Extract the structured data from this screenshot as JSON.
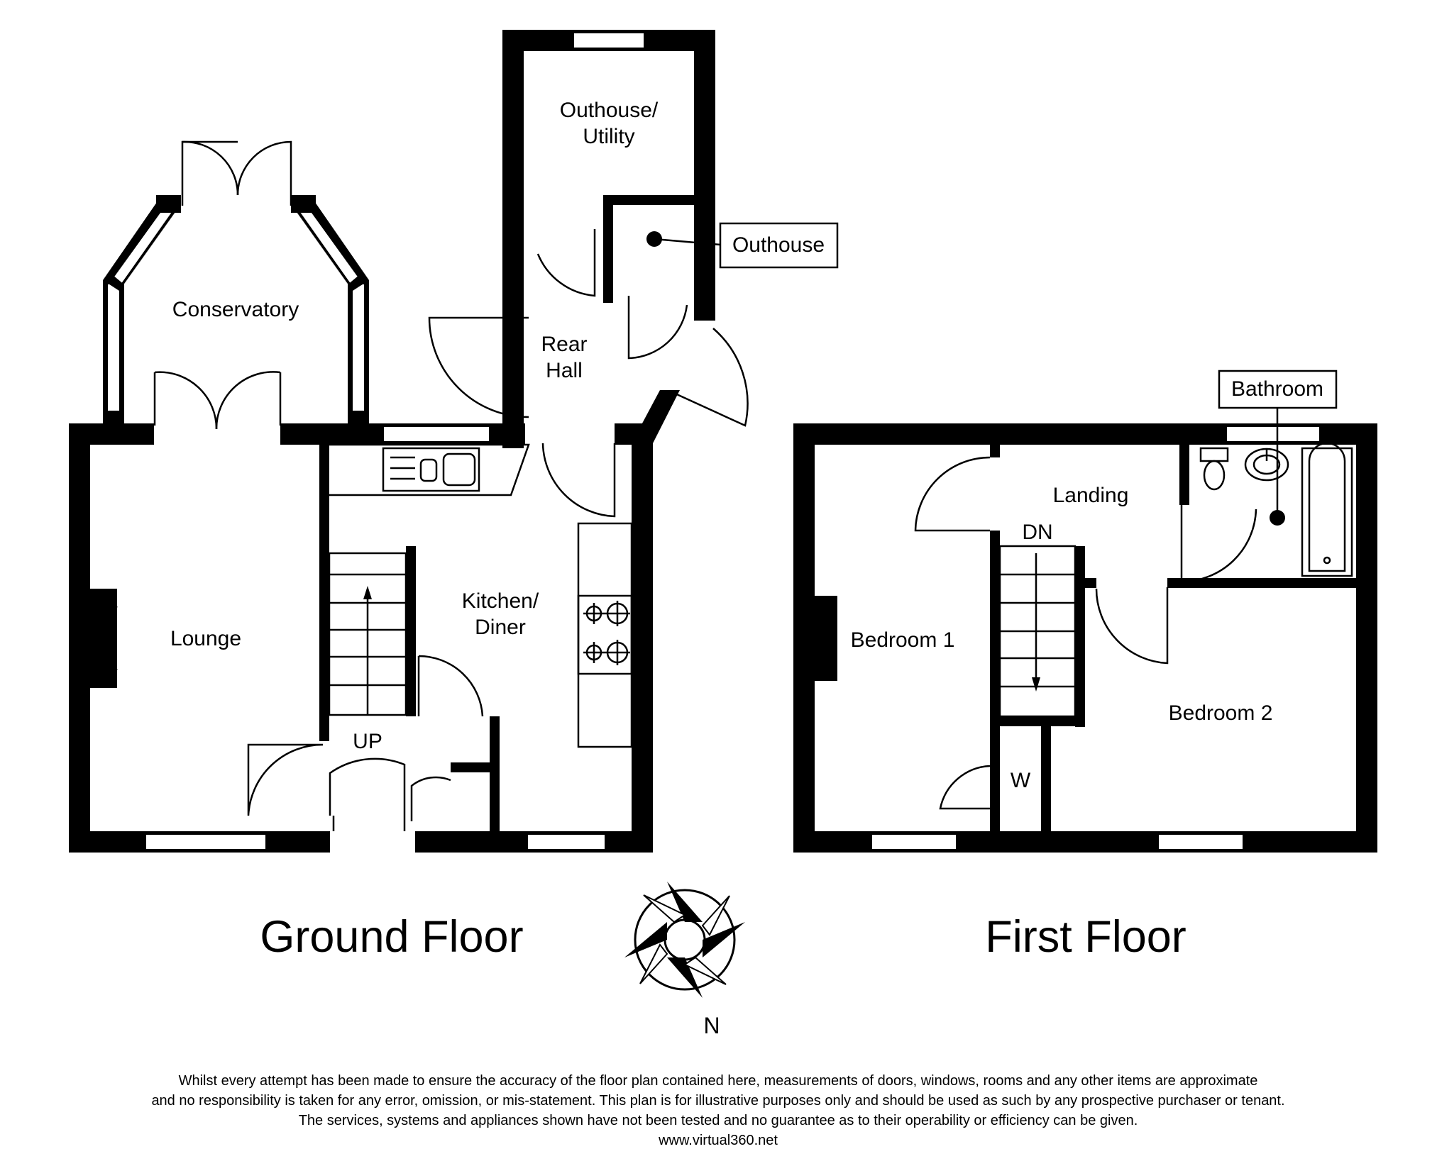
{
  "ground_floor": {
    "title": "Ground Floor",
    "rooms": {
      "outhouse_utility": [
        "Outhouse/",
        "Utility"
      ],
      "outhouse_callout": "Outhouse",
      "conservatory": "Conservatory",
      "rear_hall": [
        "Rear",
        "Hall"
      ],
      "lounge": "Lounge",
      "kitchen_diner": [
        "Kitchen/",
        "Diner"
      ],
      "stairs_up": "UP"
    }
  },
  "first_floor": {
    "title": "First Floor",
    "rooms": {
      "bathroom_callout": "Bathroom",
      "landing": "Landing",
      "stairs_down": "DN",
      "bedroom_1": "Bedroom 1",
      "bedroom_2": "Bedroom 2",
      "wardrobe": "W"
    }
  },
  "compass": {
    "north_label": "N"
  },
  "disclaimer": [
    "Whilst every attempt has been made to ensure the accuracy of the floor plan contained here, measurements of doors, windows, rooms and any other items are approximate",
    "and no responsibility is taken for any error, omission, or mis-statement. This plan is for illustrative purposes only and should be used as such by any prospective purchaser or tenant.",
    "The services, systems and appliances shown have not been tested and no guarantee as to their operability or efficiency can be given.",
    "www.virtual360.net"
  ],
  "colors": {
    "wall": "#000000",
    "background": "#ffffff"
  },
  "icons": [
    "compass-rose-icon",
    "boiler-icon",
    "hob-icon",
    "sink-icon",
    "toilet-icon",
    "basin-icon",
    "bath-icon",
    "fireplace-icon"
  ]
}
